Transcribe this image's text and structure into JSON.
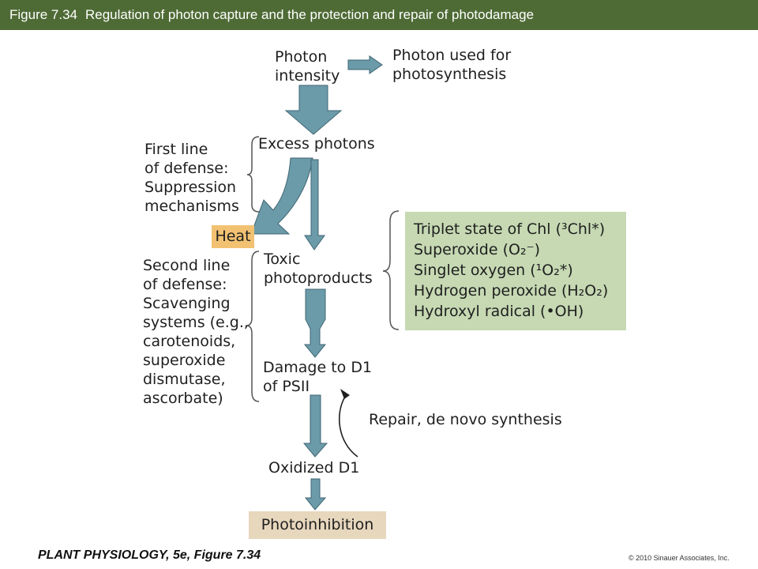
{
  "header": {
    "figure_number": "Figure 7.34",
    "title": "Regulation of photon capture and the protection and repair of photodamage"
  },
  "diagram": {
    "photon_intensity": [
      "Photon",
      "intensity"
    ],
    "photon_used": [
      "Photon used for",
      "photosynthesis"
    ],
    "excess_photons": "Excess photons",
    "first_line": [
      "First line",
      "of defense:",
      "Suppression",
      "mechanisms"
    ],
    "heat": "Heat",
    "toxic_photoproducts": [
      "Toxic",
      "photoproducts"
    ],
    "second_line": [
      "Second line",
      "of defense:",
      "Scavenging",
      "systems (e.g.,",
      "carotenoids,",
      "superoxide",
      "dismutase,",
      "ascorbate)"
    ],
    "products": [
      "Triplet state of Chl (³Chl*)",
      "Superoxide (O₂⁻)",
      "Singlet oxygen (¹O₂*)",
      "Hydrogen peroxide (H₂O₂)",
      "Hydroxyl radical (•OH)"
    ],
    "damage": [
      "Damage to D1",
      "of PSII"
    ],
    "repair": "Repair, de novo synthesis",
    "oxidized": "Oxidized D1",
    "photoinhibition": "Photoinhibition"
  },
  "footer": {
    "book": "PLANT PHYSIOLOGY, 5e, Figure 7.34",
    "copyright": "© 2010 Sinauer Associates, Inc."
  },
  "colors": {
    "header_bg": "#4e6b35",
    "arrow_fill": "#6b9ba9",
    "arrow_stroke": "#3f6673",
    "products_bg": "#c6d9b3",
    "heat_bg": "#f2c272",
    "photoinhibition_bg": "#e7d7bd"
  }
}
